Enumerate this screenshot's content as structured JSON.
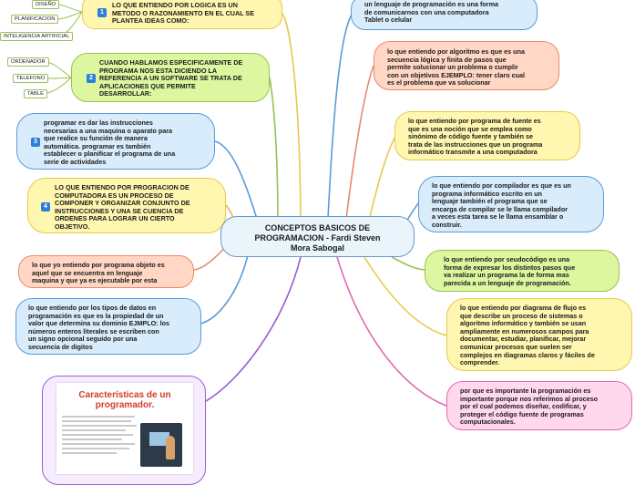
{
  "central": {
    "line1": "CONCEPTOS BASICOS DE",
    "line2": "PROGRAMACION - Fardi Steven",
    "line3": "Mora Sabogal"
  },
  "nodes": {
    "logica": {
      "number": "1",
      "text": "LO QUE ENTIENDO POR LOGICA ES UN\nMETODO O RAZONAMIENTO EN EL CUAL SE\nPLANTEA IDEAS COMO:"
    },
    "software": {
      "number": "2",
      "text": "CUANDO HABLAMOS ESPECIFICAMENTE DE\nPROGRAMA NOS ESTA DICIENDO LA\nREFERENCIA A UN SOFTWARE SE TRATA DE\nAPLICACIONES QUE PERMITE\nDESARROLLAR:"
    },
    "programar": {
      "number": "3",
      "text": "programar es dar las instrucciones\nnecesarias a una maquina o aparato para\nque realice su función de manera\nautomática. programar es también\nestablecer o planificar el programa de una\nserie de actividades"
    },
    "computadora": {
      "number": "4",
      "text": "LO QUE ENTIENDO POR PROGRACION DE\nCOMPUTADORA ES UN PROCESO DE\nCOMPONER Y ORGANIZAR CONJUNTO DE\nINSTRUCCIONES  Y UNA SE CUENCIA DE\nORDENES PARA LOGRAR UN CIERTO\nOBJETIVO."
    },
    "objeto": {
      "text": "lo que yo entiendo por programa objeto es\naquel que se encuentra en lenguaje\nmaquina  y que ya es ejecutable por esta"
    },
    "tipos_datos": {
      "text": "lo que entiendo por los tipos de datos en\nprogramación es que es la propiedad de un\nvalor que determina su dominio EJMPLO: los\nnúmeros enteros  literales se escriben con\nun signo opcional seguido por una\nsecuencia de dígitos"
    },
    "lenguaje": {
      "text": "un lenguaje de programación es una forma\nde comunicarnos con una computadora\nTablet o celular"
    },
    "algoritmo": {
      "text": "lo que entiendo por algoritmo es que es una\nsecuencia lógica y finita de pasos que\npermite solucionar un problema o cumplir\ncon un objetivos EJEMPLO: tener claro cual\nes el problema que va solucionar"
    },
    "fuente": {
      "text": "lo que entiendo por programa de fuente es\nque es una noción que se emplea como\nsinónimo de código fuente y también se\ntrata de las instrucciones que un programa\ninformático transmite a una computadora"
    },
    "compilador": {
      "text": "lo que entiendo por compilador es que es un\nprograma informático escrito en un\nlenguaje también el programa que se\nencarga de compilar se le llama compilador\na veces esta tarea se le llama ensamblar o\nconstruir."
    },
    "seudocodigo": {
      "text": "lo que entiendo por seudocódigo es una\nforma de expresar los distintos pasos que\nva realizar un programa la de forma mas\nparecida a un lenguaje de programación."
    },
    "flujo": {
      "text": "lo que entiendo por diagrama de flujo es\nque describe un proceso de sistemas o\nalgoritmo informático y también se usan\nampliamente en numerosos campos para\ndocumentar, estudiar, planificar, mejorar\ncomunicar procesos que suelen ser\ncomplejos  en diagramas claros y fáciles de\ncomprender."
    },
    "importancia": {
      "text": "por que es importante la programación es\nimportante porque nos referimos al proceso\npor el cual podemos diseñar, codificar, y\nproteger el código fuente de programas\ncomputacionales."
    }
  },
  "leaves": {
    "logica": [
      "DISEÑO",
      "PLANIFICACION",
      "INTELIGENCIA ARTIFICIAL"
    ],
    "software": [
      "ORDENADOR",
      "TELEFONO",
      "TABLE"
    ]
  },
  "image_card": {
    "title_line1": "Características de un",
    "title_line2": "programador."
  },
  "colors": {
    "yellow": "#fff6b0",
    "green": "#dcf7a0",
    "blue": "#d8ecfb",
    "orange": "#ffe2b5",
    "salmon": "#ffd7c4",
    "pink": "#ffd8ee",
    "purple": "#f6ecff",
    "number_badge": "#2d7fd8"
  }
}
